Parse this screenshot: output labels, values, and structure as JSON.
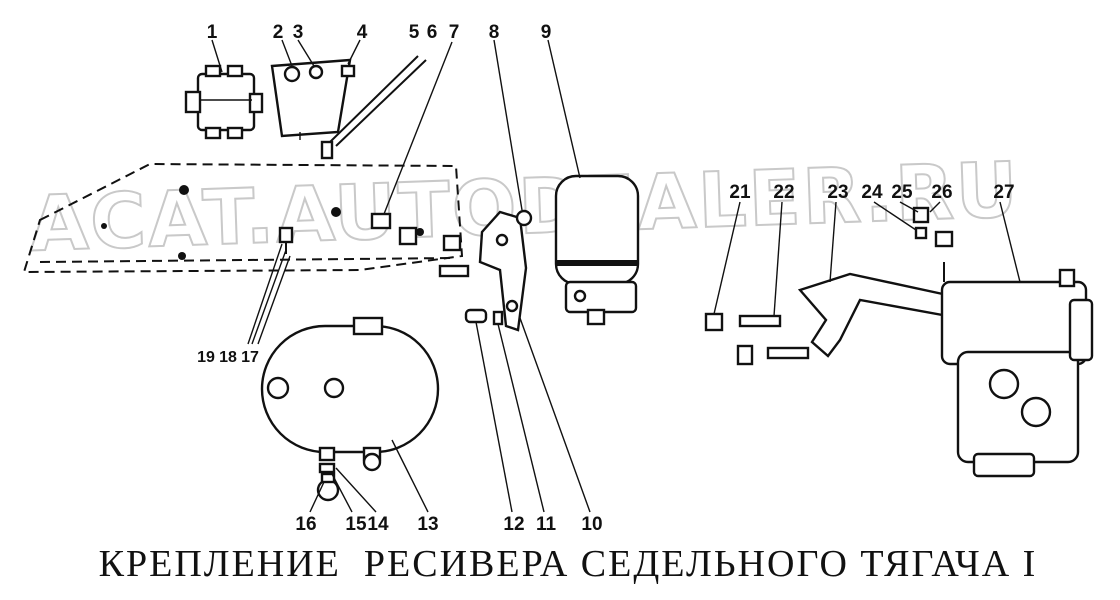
{
  "diagram": {
    "title": "КРЕПЛЕНИЕ  РЕСИВЕРА СЕДЕЛЬНОГО ТЯГАЧА I",
    "watermark": "ACAT.AUTODEALER.RU",
    "callouts": {
      "c1": "1",
      "c2": "2",
      "c3": "3",
      "c4": "4",
      "c5": "5",
      "c6": "6",
      "c7": "7",
      "c8": "8",
      "c9": "9",
      "c10": "10",
      "c11": "11",
      "c12": "12",
      "c13": "13",
      "c14": "14",
      "c15": "15",
      "c16": "16",
      "c17": "17",
      "c18": "18",
      "c19": "19",
      "c21": "21",
      "c22": "22",
      "c23": "23",
      "c24": "24",
      "c25": "25",
      "c26": "26",
      "c27": "27"
    }
  }
}
